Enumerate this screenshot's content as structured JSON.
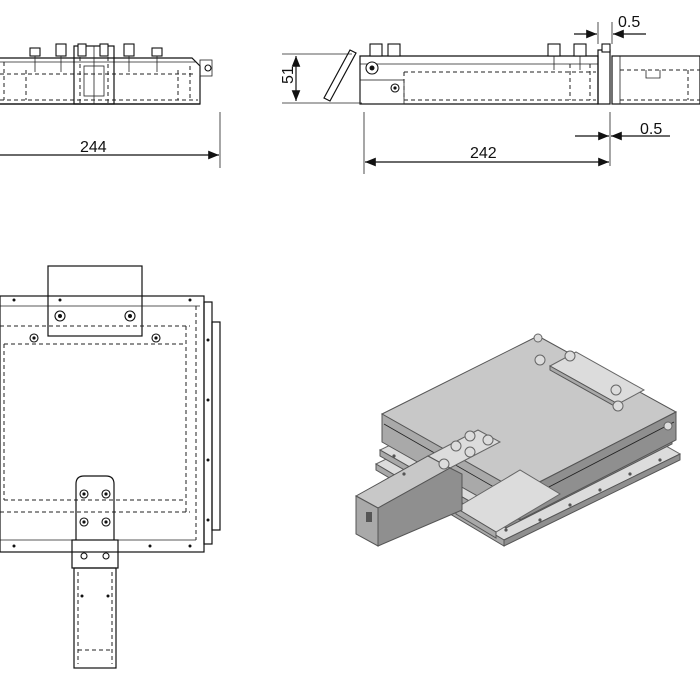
{
  "drawing": {
    "dimensions": {
      "front_width": "244",
      "front_height": "51",
      "side_width": "242",
      "side_gap_top": "0.5",
      "side_gap_bottom": "0.5"
    }
  }
}
